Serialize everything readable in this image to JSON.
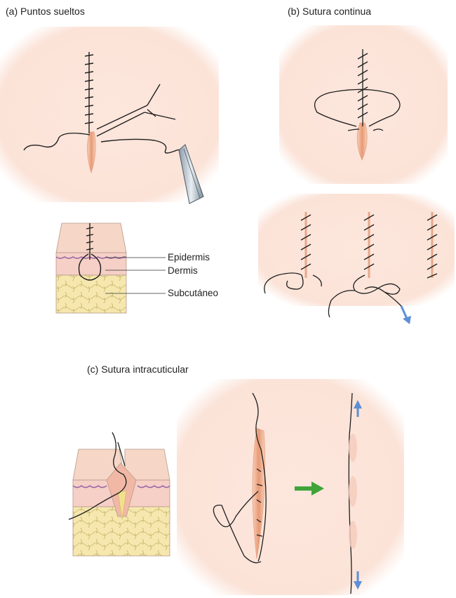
{
  "panels": {
    "a": {
      "caption": "(a) Puntos sueltos"
    },
    "b": {
      "caption": "(b)  Sutura continua"
    },
    "c": {
      "caption": "(c)  Sutura intracuticular"
    }
  },
  "layers": {
    "epidermis": "Epidermis",
    "dermis": "Dermis",
    "subcutaneous": "Subcutáneo"
  },
  "colors": {
    "skin_pad": "#fbe3d8",
    "wound": "#f0b08f",
    "thread": "#1e1e1e",
    "fat": "#f3e3a6",
    "dermis": "#f6cfc6",
    "epidermis_line": "#9c6aa8",
    "arrow_blue": "#5d8fd6",
    "arrow_green": "#3fa33a"
  }
}
